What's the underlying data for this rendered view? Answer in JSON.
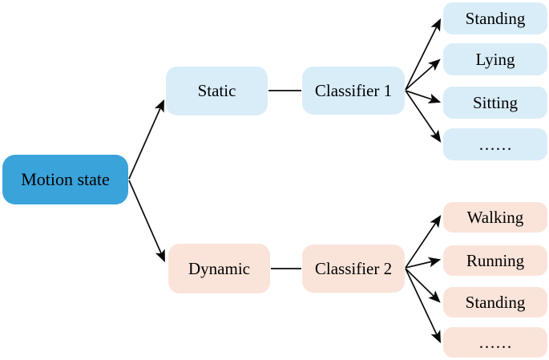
{
  "diagram": {
    "root": {
      "label": "Motion state"
    },
    "branches": [
      {
        "label": "Static",
        "classifier": "Classifier 1",
        "leaves": [
          "Standing",
          "Lying",
          "Sitting",
          "……"
        ]
      },
      {
        "label": "Dynamic",
        "classifier": "Classifier 2",
        "leaves": [
          "Walking",
          "Running",
          "Standing",
          "……"
        ]
      }
    ],
    "colors": {
      "root_fill": "#3AA3DA",
      "static_fill": "#D9EDF9",
      "dynamic_fill": "#FAE4DA",
      "line": "#0A0A0A",
      "text": "#000000",
      "background": "#FFFFFF"
    }
  }
}
